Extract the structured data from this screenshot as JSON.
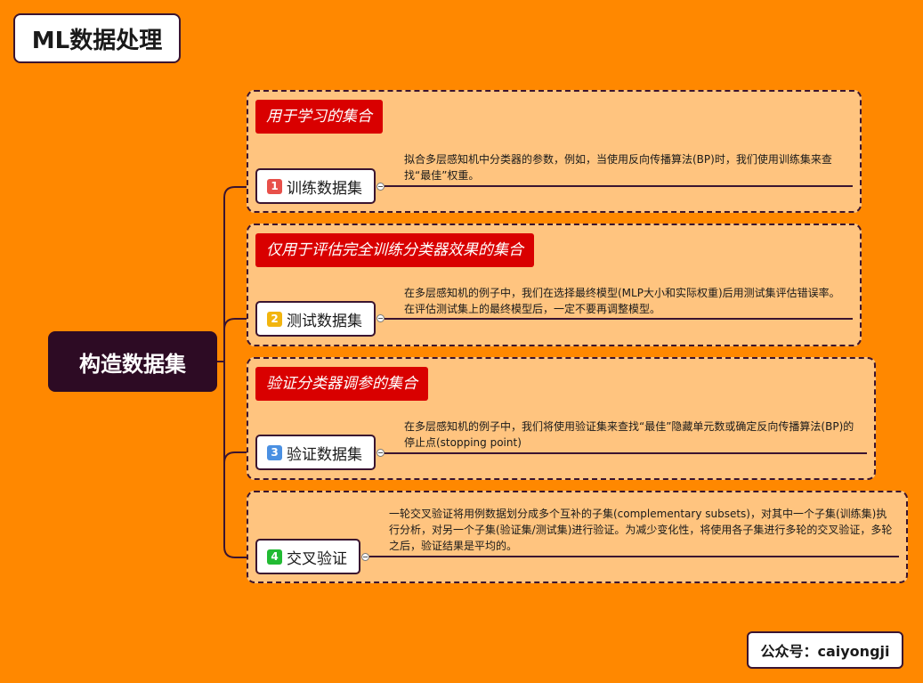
{
  "title": "ML数据处理",
  "root": "构造数据集",
  "colors": {
    "background": "#ff8800",
    "panel": "#ffc47f",
    "callout": "#d90000",
    "root": "#2d0b24",
    "outline": "#3a1430"
  },
  "branches": [
    {
      "number": "1",
      "number_color": "#e8504a",
      "label": "训练数据集",
      "callout": "用于学习的集合",
      "description": "拟合多层感知机中分类器的参数，例如，当使用反向传播算法(BP)时，我们使用训练集来查找“最佳”权重。"
    },
    {
      "number": "2",
      "number_color": "#f2b50f",
      "label": "测试数据集",
      "callout": "仅用于评估完全训练分类器效果的集合",
      "description": "在多层感知机的例子中，我们在选择最终模型(MLP大小和实际权重)后用测试集评估错误率。在评估测试集上的最终模型后，一定不要再调整模型。"
    },
    {
      "number": "3",
      "number_color": "#4a90e2",
      "label": "验证数据集",
      "callout": "验证分类器调参的集合",
      "description": "在多层感知机的例子中，我们将使用验证集来查找“最佳”隐藏单元数或确定反向传播算法(BP)的停止点(stopping point)"
    },
    {
      "number": "4",
      "number_color": "#22bb33",
      "label": "交叉验证",
      "callout": "",
      "description": "一轮交叉验证将用例数据划分成多个互补的子集(complementary subsets)，对其中一个子集(训练集)执行分析，对另一个子集(验证集/测试集)进行验证。为减少变化性，将使用各子集进行多轮的交叉验证，多轮之后，验证结果是平均的。"
    }
  ],
  "footer": "公众号：caiyongji"
}
